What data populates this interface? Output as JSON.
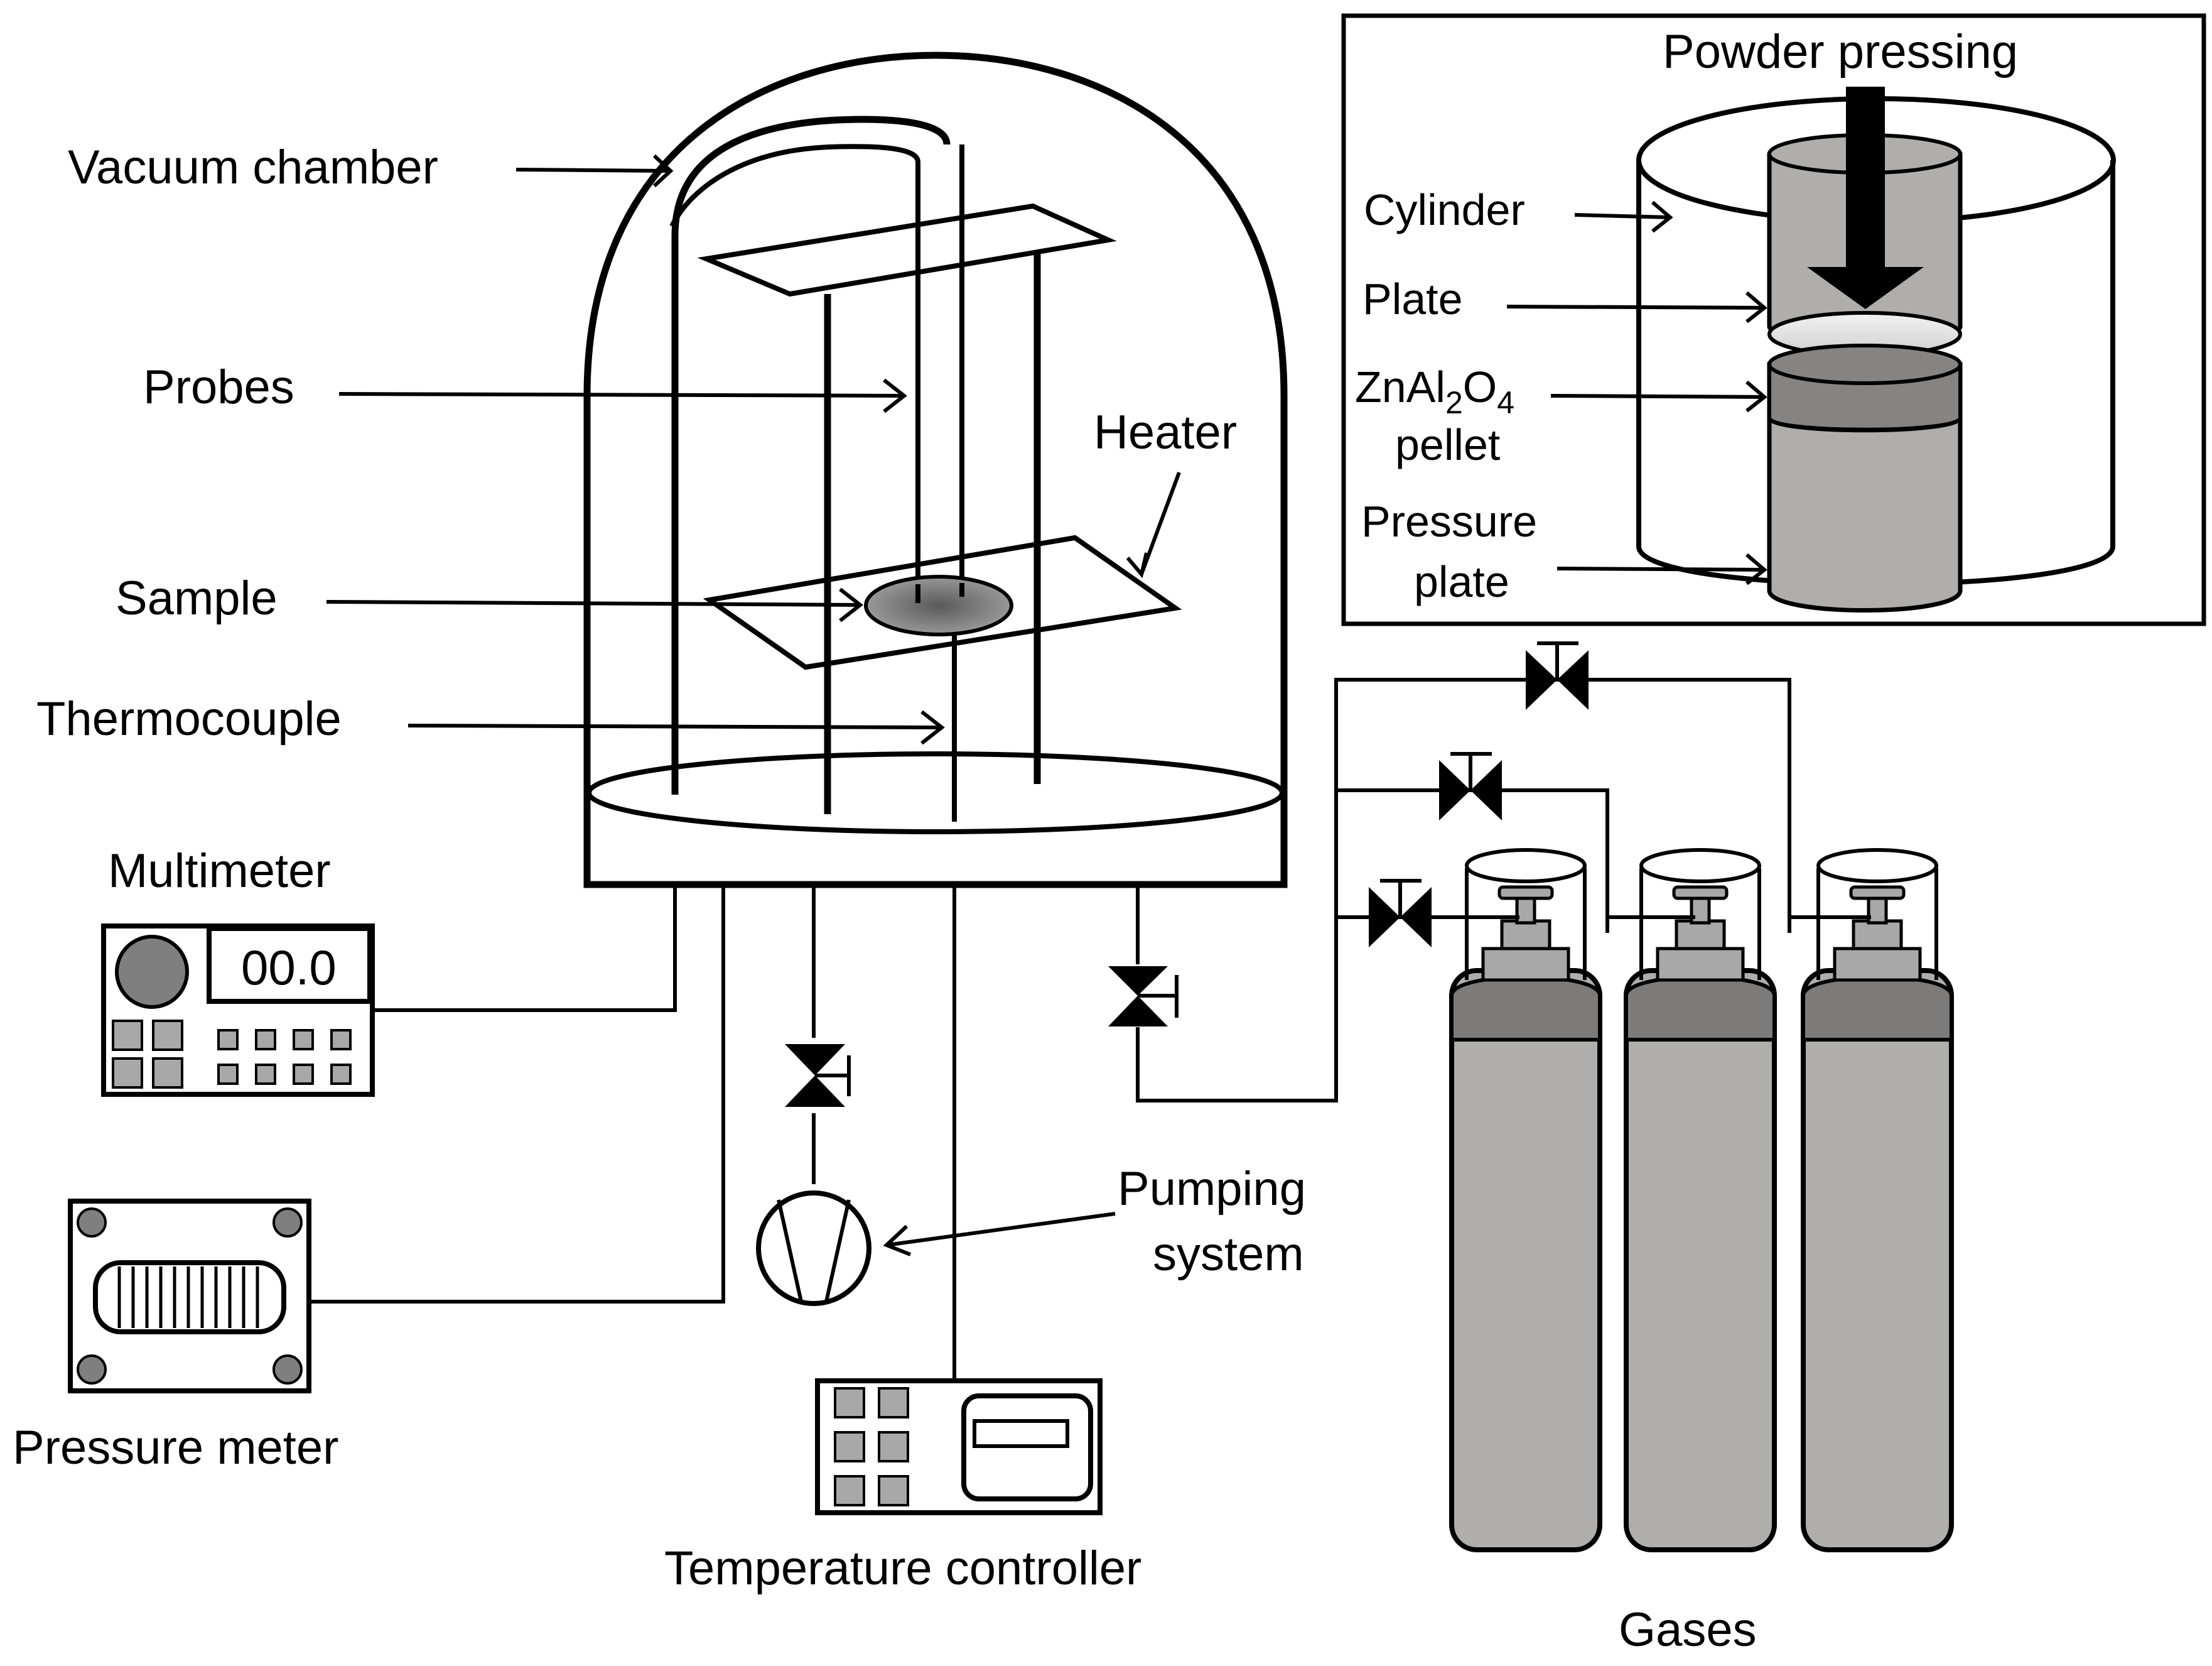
{
  "labels": {
    "vacuum_chamber": "Vacuum chamber",
    "probes": "Probes",
    "heater": "Heater",
    "sample": "Sample",
    "thermocouple": "Thermocouple",
    "multimeter": "Multimeter",
    "multimeter_display": "00.0",
    "pressure_meter": "Pressure meter",
    "pumping_line1": "Pumping",
    "pumping_line2": "system",
    "temperature_controller": "Temperature controller",
    "gases": "Gases"
  },
  "inset": {
    "title": "Powder pressing",
    "cylinder": "Cylinder",
    "plate": "Plate",
    "pellet_formula": "ZnAl2O4",
    "pellet_formula_parts": {
      "zn": "ZnAl",
      "sub1": "2",
      "o": "O",
      "sub2": "4"
    },
    "pellet_word": "pellet",
    "pressure_line1": "Pressure",
    "pressure_line2": "plate"
  },
  "colors": {
    "cylinder_gray": "#b0aeab",
    "cylinder_dark": "#7c7b79",
    "pellet_dark": "#858483",
    "sample_gray": "#8e8e8e",
    "button_gray": "#a8a8a8"
  }
}
